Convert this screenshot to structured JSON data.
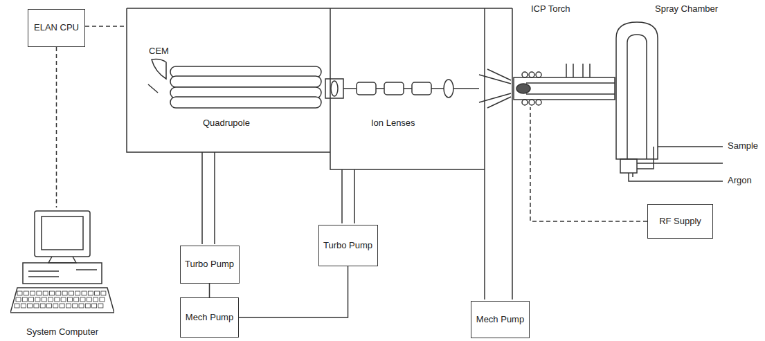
{
  "diagram": {
    "nodes": [
      {
        "text": [
          "ELAN CPU"
        ]
      },
      {
        "text": [
          "RF Supply"
        ]
      },
      {
        "text": [
          "System Computer"
        ]
      },
      {
        "text": [
          "Turbo Pump"
        ]
      },
      {
        "text": [
          "Turbo Pump"
        ]
      },
      {
        "text": [
          "Mech Pump"
        ]
      },
      {
        "text": [
          "Mech Pump"
        ]
      }
    ],
    "edges": [
      {
        "from": 0,
        "to": 2,
        "arrow": "none"
      },
      {
        "from": 4,
        "to": 5,
        "arrow": "none"
      },
      {
        "from": 3,
        "to": 5,
        "arrow": "none"
      }
    ],
    "labels": [
      "CEM",
      "Quadrupole",
      "Ion Lenses",
      "ICP Torch",
      "Spray Chamber",
      "Sample",
      "Argon"
    ]
  }
}
